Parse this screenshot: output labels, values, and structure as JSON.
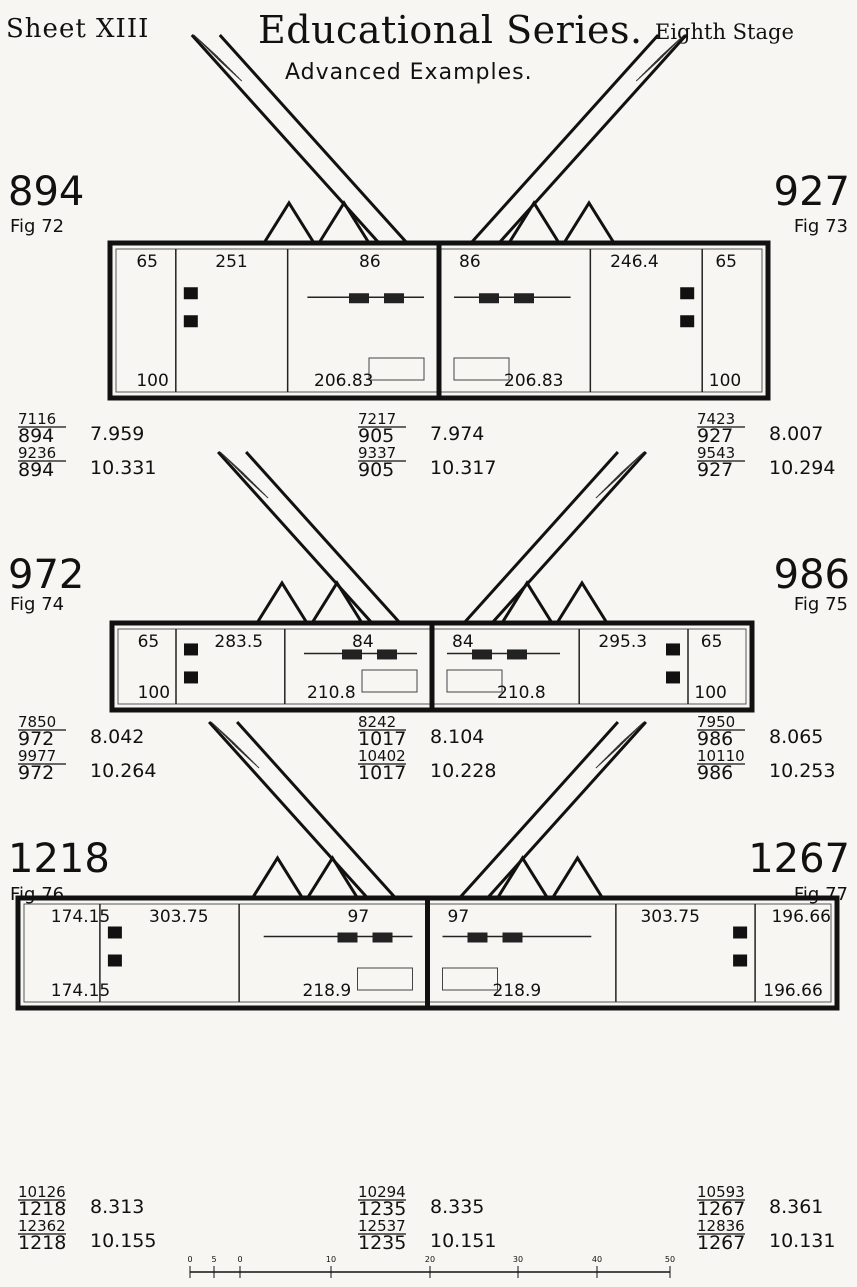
{
  "header": {
    "sheet": "Sheet XIII",
    "title": "Educational Series.",
    "stage": "Eighth Stage",
    "subtitle": "Advanced Examples."
  },
  "figures": [
    {
      "number": "894",
      "fig": "Fig 72"
    },
    {
      "number": "927",
      "fig": "Fig 73"
    },
    {
      "number": "972",
      "fig": "Fig 74"
    },
    {
      "number": "986",
      "fig": "Fig 75"
    },
    {
      "number": "1218",
      "fig": "Fig 76"
    },
    {
      "number": "1267",
      "fig": "Fig 77"
    }
  ],
  "plans": [
    {
      "labels": [
        "65",
        "251",
        "86",
        "86",
        "246.4",
        "65",
        "100",
        "206.83",
        "206.83",
        "100"
      ]
    },
    {
      "labels": [
        "65",
        "283.5",
        "84",
        "84",
        "295.3",
        "65",
        "100",
        "210.8",
        "210.8",
        "100"
      ]
    },
    {
      "labels": [
        "174.15",
        "303.75",
        "97",
        "97",
        "303.75",
        "196.66",
        "174.15",
        "218.9",
        "218.9",
        "196.66"
      ]
    }
  ],
  "ratios": [
    [
      {
        "num1": "7116",
        "den1": "894",
        "r1": "7.959",
        "num2": "9236",
        "den2": "894",
        "r2": "10.331"
      },
      {
        "num1": "7217",
        "den1": "905",
        "r1": "7.974",
        "num2": "9337",
        "den2": "905",
        "r2": "10.317"
      },
      {
        "num1": "7423",
        "den1": "927",
        "r1": "8.007",
        "num2": "9543",
        "den2": "927",
        "r2": "10.294"
      }
    ],
    [
      {
        "num1": "7850",
        "den1": "972",
        "r1": "8.042",
        "num2": "9977",
        "den2": "972",
        "r2": "10.264"
      },
      {
        "num1": "8242",
        "den1": "1017",
        "r1": "8.104",
        "num2": "10402",
        "den2": "1017",
        "r2": "10.228"
      },
      {
        "num1": "7950",
        "den1": "986",
        "r1": "8.065",
        "num2": "10110",
        "den2": "986",
        "r2": "10.253"
      }
    ],
    [
      {
        "num1": "10126",
        "den1": "1218",
        "r1": "8.313",
        "num2": "12362",
        "den2": "1218",
        "r2": "10.155"
      },
      {
        "num1": "10294",
        "den1": "1235",
        "r1": "8.335",
        "num2": "12537",
        "den2": "1235",
        "r2": "10.151"
      },
      {
        "num1": "10593",
        "den1": "1267",
        "r1": "8.361",
        "num2": "12836",
        "den2": "1267",
        "r2": "10.131"
      }
    ]
  ],
  "scale": {
    "ticks": [
      "0",
      "5",
      "0",
      "10",
      "20",
      "30",
      "40",
      "50"
    ]
  }
}
